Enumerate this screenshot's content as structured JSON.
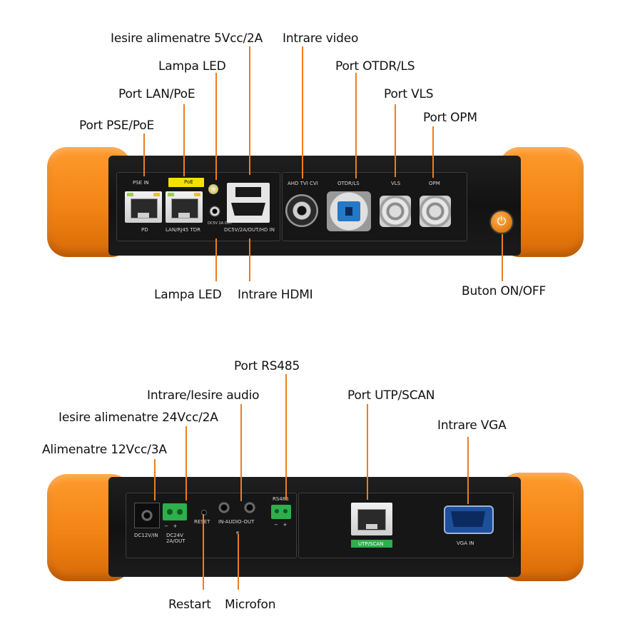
{
  "top_view": {
    "callouts": [
      {
        "id": "usb-out",
        "text": "Iesire alimenatre 5Vcc/2A"
      },
      {
        "id": "video-in",
        "text": "Intrare video"
      },
      {
        "id": "led-top",
        "text": "Lampa LED"
      },
      {
        "id": "otdr",
        "text": "Port OTDR/LS"
      },
      {
        "id": "lan-poe",
        "text": "Port LAN/PoE"
      },
      {
        "id": "vls",
        "text": "Port VLS"
      },
      {
        "id": "pse-poe",
        "text": "Port PSE/PoE"
      },
      {
        "id": "opm",
        "text": "Port OPM"
      },
      {
        "id": "led-bottom",
        "text": "Lampa LED"
      },
      {
        "id": "hdmi",
        "text": "Intrare HDMI"
      },
      {
        "id": "power-btn",
        "text": "Buton ON/OFF"
      }
    ],
    "panel_labels": {
      "pse_in": "PSE IN",
      "poe": "PoE",
      "pd": "PD",
      "lan": "LAN/RJ45 TDR",
      "dc": "DC5V 2A OUT",
      "hdmi_area": "DC5V/2A/OUT/HD IN",
      "video": "AHD TVI CVI",
      "otdr": "OTDR/LS",
      "vls": "VLS",
      "opm": "OPM"
    }
  },
  "bottom_view": {
    "callouts": [
      {
        "id": "rs485",
        "text": "Port RS485"
      },
      {
        "id": "audio",
        "text": "Intrare/Iesire audio"
      },
      {
        "id": "utp",
        "text": "Port UTP/SCAN"
      },
      {
        "id": "out24",
        "text": "Iesire alimenatre 24Vcc/2A"
      },
      {
        "id": "vga",
        "text": "Intrare VGA"
      },
      {
        "id": "dc12",
        "text": "Alimenatre 12Vcc/3A"
      },
      {
        "id": "reset",
        "text": "Restart"
      },
      {
        "id": "mic",
        "text": "Microfon"
      }
    ],
    "panel_labels": {
      "dc12": "DC12V/IN",
      "dc24": "DC24V 2A/OUT",
      "reset": "RESET",
      "audio": "IN-AUDIO-OUT",
      "rs485": "RS485",
      "utp": "UTP/SCAN",
      "vga": "VGA IN"
    }
  },
  "colors": {
    "accent": "#ee7d1f",
    "body": "#161616",
    "bumper": "#f28414"
  }
}
